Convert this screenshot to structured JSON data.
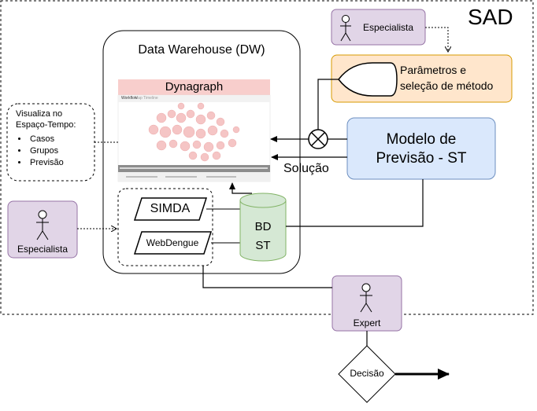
{
  "system": {
    "title": "SAD"
  },
  "dw": {
    "title": "Data Warehouse (DW)",
    "dynagraph": {
      "title": "Dynagraph",
      "tabs": [
        "Workflow",
        "Map",
        "Timeline"
      ]
    }
  },
  "note": {
    "heading_line1": "Visualiza no",
    "heading_line2": "Espaço-Tempo:",
    "items": [
      "Casos",
      "Grupos",
      "Previsão"
    ]
  },
  "sources": {
    "simda": "SIMDA",
    "webdengue": "WebDengue"
  },
  "database": {
    "line1": "BD",
    "line2": "ST"
  },
  "params": {
    "line1": "Parâmetros e",
    "line2": "seleção de método"
  },
  "model": {
    "line1": "Modelo de",
    "line2": "Previsão - ST"
  },
  "solution_label": "Solução",
  "actors": {
    "top": "Especialista",
    "left": "Especialista",
    "expert": "Expert"
  },
  "decision": "Decisão",
  "colors": {
    "actor_fill": "#e1d5e7",
    "actor_stroke": "#9673a6",
    "params_fill": "#ffe6cc",
    "params_stroke": "#d79b00",
    "model_fill": "#dae8fc",
    "model_stroke": "#6c8ebf",
    "db_fill": "#d5e8d4",
    "db_stroke": "#82b366",
    "dyn_header": "#f8cecc"
  }
}
